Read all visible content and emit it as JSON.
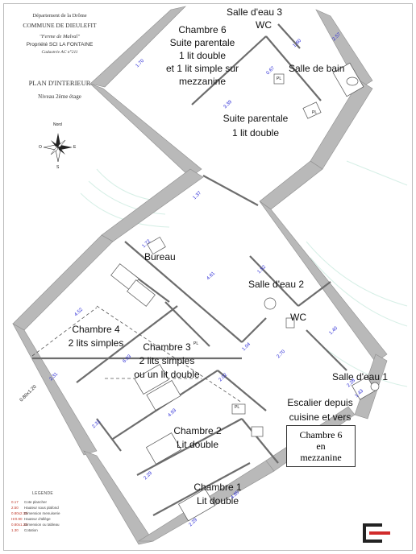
{
  "header": {
    "department": "Département de la Drôme",
    "commune": "COMMUNE DE DIEULEFIT",
    "property": "\"Ferme de Malval\"",
    "owner": "Propriété SCI LA FONTAINE",
    "cadastre": "Cadastrée AC n°211",
    "plan_title": "PLAN D'INTERIEUR",
    "level": "Niveau 2ème étage"
  },
  "compass": {
    "north": "Nord",
    "west": "O",
    "east": "E",
    "south": "S"
  },
  "rooms": {
    "salle_eau_3": "Salle d'eau 3",
    "wc_top": "WC",
    "chambre6_l1": "Chambre 6",
    "chambre6_l2": "Suite parentale",
    "chambre6_l3": "1 lit double",
    "chambre6_l4": "et 1 lit simple sur",
    "chambre6_l5": "mezzanine",
    "salle_de_bain": "Salle de bain",
    "suite_l1": "Suite parentale",
    "suite_l2": "1 lit double",
    "bureau": "Bureau",
    "salle_eau_2": "Salle d'eau 2",
    "wc_mid": "WC",
    "chambre4_l1": "Chambre 4",
    "chambre4_l2": "2 lits simples",
    "chambre3_l1": "Chambre 3",
    "chambre3_l2": "2 lits simples",
    "chambre3_l3": "ou un lit double",
    "salle_eau_1": "Salle d'eau 1",
    "escalier_l1": "Escalier depuis",
    "escalier_l2": "cuisine et vers",
    "chambre2_l1": "Chambre 2",
    "chambre2_l2": "Lit double",
    "chambre1_l1": "Chambre 1",
    "chambre1_l2": "Lit double"
  },
  "callout": {
    "line1": "Chambre 6",
    "line2": "en",
    "line3": "mezzanine"
  },
  "dimensions": [
    "1.70",
    "1.60",
    "2.57",
    "0.67",
    "3.39",
    "1.37",
    "1.72",
    "4.61",
    "1.52",
    "4.52",
    "6.03",
    "1.04",
    "2.70",
    "1.40",
    "2.31",
    "2.31",
    "2.02",
    "4.93",
    "2.29",
    "2.28",
    "1.43",
    "2.29",
    "4.85",
    "0.80x1.20"
  ],
  "fixture_labels": {
    "placard": "PL"
  },
  "legend": {
    "title": "LEGENDE",
    "rows": [
      {
        "code": "0.17",
        "text": "Cote plancher"
      },
      {
        "code": "2.50",
        "text": "Hauteur sous plafond"
      },
      {
        "code": "0.80x2.10",
        "text": "Dimension menuiserie"
      },
      {
        "code": "Hr0.90",
        "text": "Hauteur d'allège"
      },
      {
        "code": "0.80x1.20",
        "text": "Dimension ou tableau"
      },
      {
        "code": "1.30",
        "text": "Cotation"
      }
    ]
  },
  "colors": {
    "wall": "#b9b9b9",
    "wall_dark": "#9e9e9e",
    "dim_text": "#2b2bd6",
    "logo_red": "#d12b2b",
    "logo_dark": "#222222"
  }
}
